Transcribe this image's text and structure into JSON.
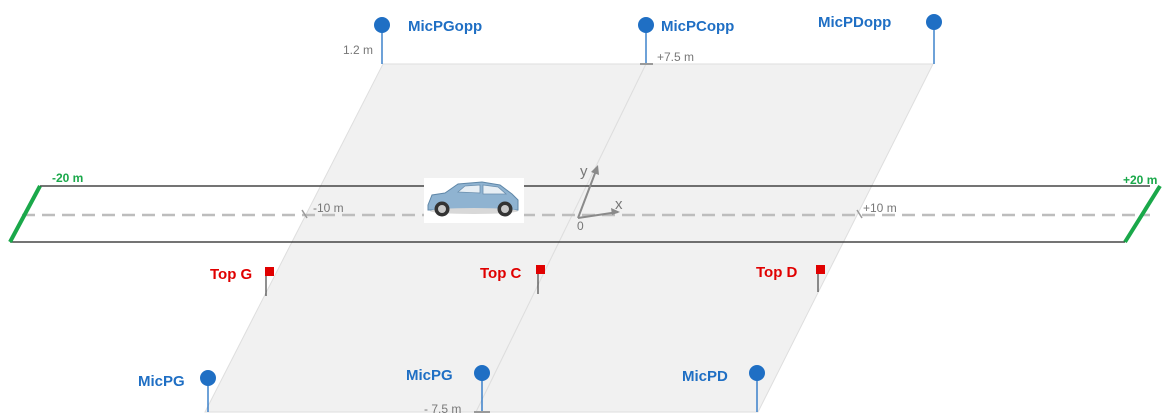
{
  "colors": {
    "mic": "#1f6fc4",
    "top": "#e00000",
    "end_marker": "#1aa84a",
    "grey_text": "#777777",
    "plane": "#f0f0f0",
    "dash": "#bdbdbd",
    "axis": "#8a8a8a"
  },
  "microphones": [
    {
      "id": "micpgopp",
      "label": "MicPGopp"
    },
    {
      "id": "micpcopp",
      "label": "MicPCopp"
    },
    {
      "id": "micpdopp",
      "label": "MicPDopp"
    },
    {
      "id": "micpg-left",
      "label": "MicPG"
    },
    {
      "id": "micpg-center",
      "label": "MicPG"
    },
    {
      "id": "micpd",
      "label": "MicPD"
    }
  ],
  "tops": [
    {
      "id": "top-g",
      "label": "Top G"
    },
    {
      "id": "top-c",
      "label": "Top C"
    },
    {
      "id": "top-d",
      "label": "Top D"
    }
  ],
  "measurements": {
    "mic_height": "1.2 m",
    "plus_7_5": "+7.5 m",
    "minus_7_5": "- 7.5 m",
    "minus_10": "-10 m",
    "plus_10": "+10 m",
    "minus_20": "-20 m",
    "plus_20": "+20 m"
  },
  "axes": {
    "x": "x",
    "y": "y",
    "origin": "0"
  },
  "vehicle": {
    "icon": "car-icon"
  }
}
